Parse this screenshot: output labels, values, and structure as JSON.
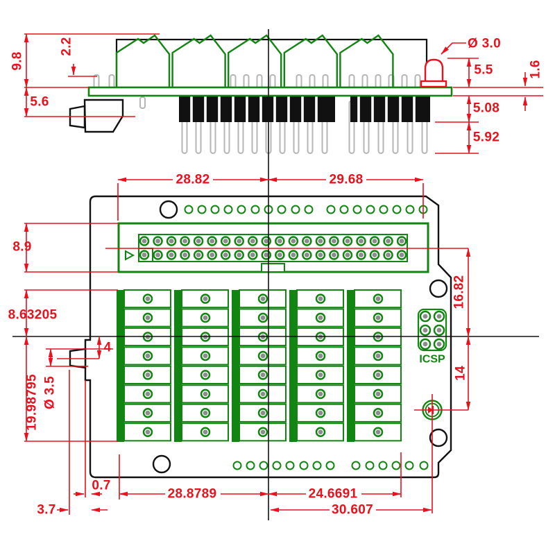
{
  "drawing": {
    "kind": "dimensioned engineering drawing of screw-terminal-block Arduino shield PCB",
    "colors": {
      "dimension_red": "#e8111c",
      "drawing_green": "#128412",
      "outline_black": "#111111",
      "pad_center_gray": "#8c8c8c",
      "pin_gray": "#b5b5b5"
    },
    "side_view": {
      "dims": {
        "d9_8": "9.8",
        "d2_2": "2.2",
        "d5_6": "5.6",
        "dia3_0": "Ø 3.0",
        "d5_5": "5.5",
        "d1_6": "1.6",
        "d5_08": "5.08",
        "d5_92": "5.92"
      }
    },
    "top_view": {
      "icsp_label": "ICSP",
      "dims": {
        "d28_82": "28.82",
        "d29_68": "29.68",
        "d8_9": "8.9",
        "d8_63205": "8.63205",
        "d19_98795": "19.98795",
        "dia3_5": "Ø 3.5",
        "d4": "4",
        "d16_82": "16.82",
        "d14": "14",
        "d0_7": "0.7",
        "d3_7": "3.7",
        "d28_8789": "28.8789",
        "d24_6691": "24.6691",
        "d30_607": "30.607"
      }
    }
  }
}
